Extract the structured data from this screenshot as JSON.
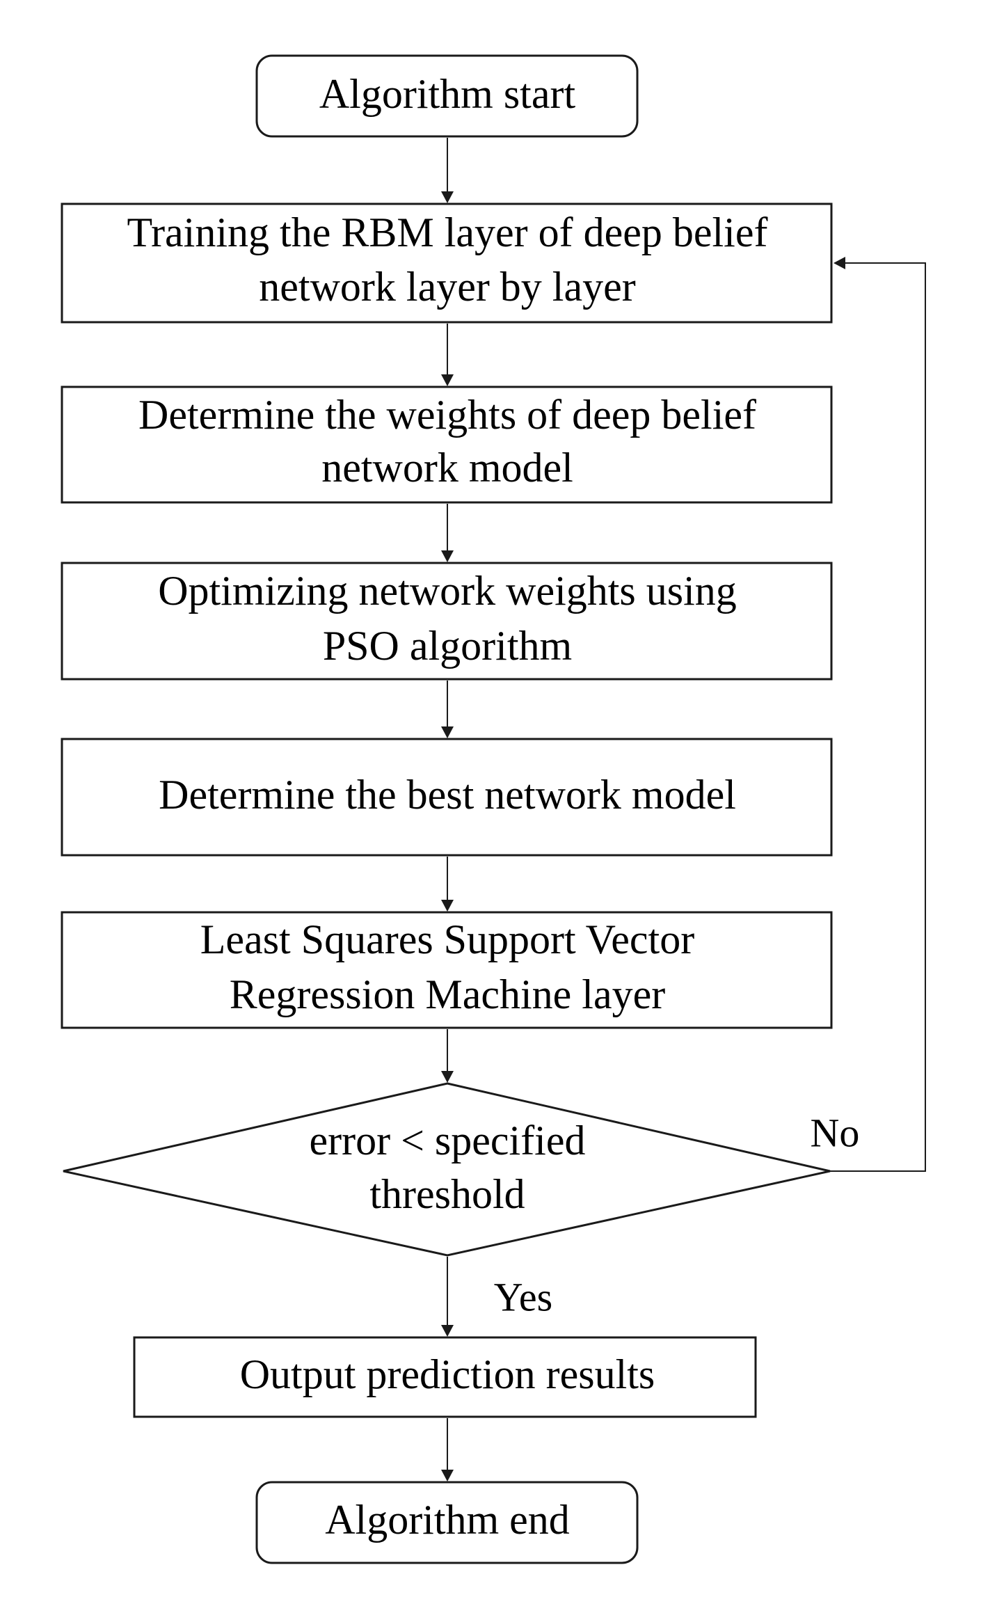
{
  "flowchart": {
    "nodes": {
      "start": {
        "lines": [
          "Algorithm start"
        ]
      },
      "train_rbm": {
        "lines": [
          "Training the RBM layer of deep belief",
          "network layer by layer"
        ]
      },
      "determine_weights": {
        "lines": [
          "Determine the weights of  deep belief",
          "network model"
        ]
      },
      "optimize_pso": {
        "lines": [
          "Optimizing network weights using",
          "PSO algorithm"
        ]
      },
      "best_model": {
        "lines": [
          "Determine the best network model"
        ]
      },
      "lssvr": {
        "lines": [
          "Least Squares Support Vector",
          "Regression Machine layer"
        ]
      },
      "decision": {
        "lines": [
          "error < specified",
          "threshold"
        ]
      },
      "output": {
        "lines": [
          "Output prediction results"
        ]
      },
      "end": {
        "lines": [
          "Algorithm end"
        ]
      }
    },
    "edge_labels": {
      "no": "No",
      "yes": "Yes"
    }
  }
}
